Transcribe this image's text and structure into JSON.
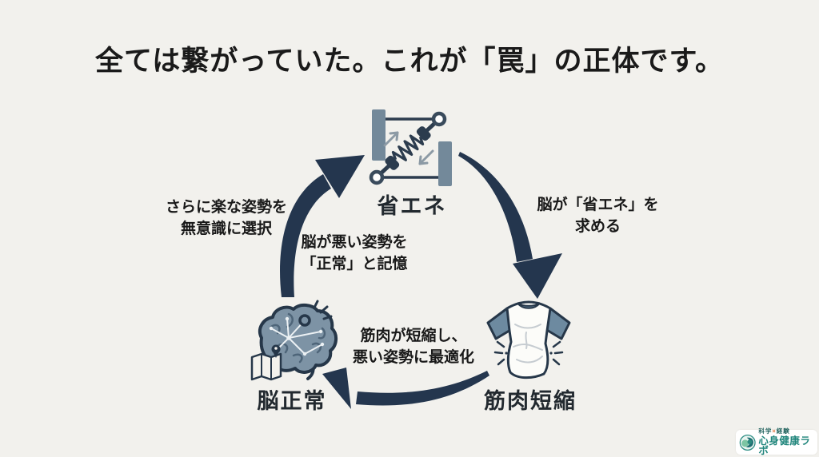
{
  "title": "全ては繋がっていた。これが「罠」の正体です。",
  "nodes": {
    "energy": {
      "label": "省エネ",
      "icon": "spring-damper-icon"
    },
    "muscle": {
      "label": "筋肉短縮",
      "icon": "tshirt-icon"
    },
    "brain": {
      "label": "脳正常",
      "icon": "brain-icon"
    }
  },
  "annotations": {
    "right": {
      "line1": "脳が「省エネ」を",
      "line2": "求める"
    },
    "bottom": {
      "line1": "筋肉が短縮し、",
      "line2": "悪い姿勢に最適化"
    },
    "inner_left": {
      "line1": "脳が悪い姿勢を",
      "line2": "「正常」と記憶"
    },
    "outer_left": {
      "line1": "さらに楽な姿勢を",
      "line2": "無意識に選択"
    }
  },
  "cycle_edges": [
    {
      "from": "省エネ",
      "to": "筋肉短縮",
      "label": "脳が「省エネ」を求める"
    },
    {
      "from": "筋肉短縮",
      "to": "脳正常",
      "label": "筋肉が短縮し、悪い姿勢に最適化"
    },
    {
      "from": "脳正常",
      "to": "省エネ",
      "label": "脳が悪い姿勢を「正常」と記憶 / さらに楽な姿勢を無意識に選択"
    }
  ],
  "logo": {
    "science": "科学",
    "cross": "×",
    "experience": "経験",
    "name": "心身健康ラボ"
  },
  "colors": {
    "background": "#f2f1ed",
    "arrow": "#24364e",
    "icon_outline": "#2c3c4e",
    "icon_fill_bluegray": "#7d93a5",
    "title_text": "#1a1a1a",
    "logo_teal": "#1f857b",
    "logo_orange": "#e0763f"
  }
}
